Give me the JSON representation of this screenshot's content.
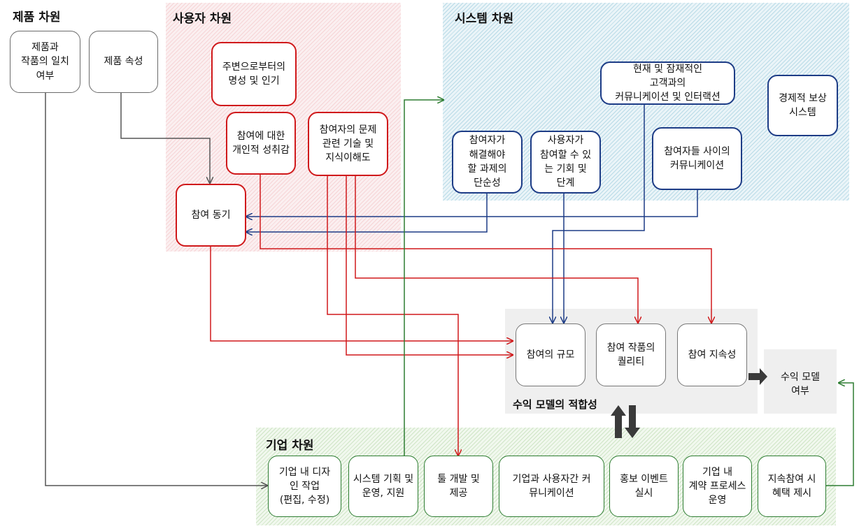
{
  "colors": {
    "red": "#d0191b",
    "blue": "#1d3c86",
    "green": "#2e7d32",
    "gray": "#555555",
    "dark": "#3a3a3a"
  },
  "product": {
    "title": "제품 차원",
    "match": "제품과\n작품의 일치\n여부",
    "attribute": "제품 속성"
  },
  "user": {
    "title": "사용자 차원",
    "reputation": "주변으로부터의\n명성 및 인기",
    "achievement": "참여에 대한\n개인적 성취감",
    "knowledge": "참여자의 문제\n관련 기술 및\n지식이해도",
    "motivation": "참여 동기"
  },
  "system": {
    "title": "시스템 차원",
    "communication": "현재 및 잠재적인\n고객과의\n커뮤니케이션 및 인터랙션",
    "reward": "경제적 보상\n시스템",
    "simplicity": "참여자가\n해결해야\n할 과제의\n단순성",
    "opportunity": "사용자가\n참여할 수 있\n는 기회 및\n단계",
    "peer_comm": "참여자들 사이의\n커뮤니케이션"
  },
  "fit": {
    "title": "수익 모델의 적합성",
    "scale": "참여의 규모",
    "quality": "참여 작품의\n퀄리티",
    "persistence": "참여 지속성"
  },
  "revenue": {
    "label": "수익 모델\n여부"
  },
  "company": {
    "title": "기업 차원",
    "design": "기업 내 디자\n인 작업\n(편집, 수정)",
    "system_plan": "시스템 기획 및\n운영, 지원",
    "tools": "툴 개발 및\n제공",
    "comm": "기업과 사용자간 커\n뮤니케이션",
    "promo": "홍보 이벤트\n실시",
    "contract": "기업 내\n계약 프로세스\n운영",
    "benefit": "지속참여 시\n혜택 제시"
  }
}
